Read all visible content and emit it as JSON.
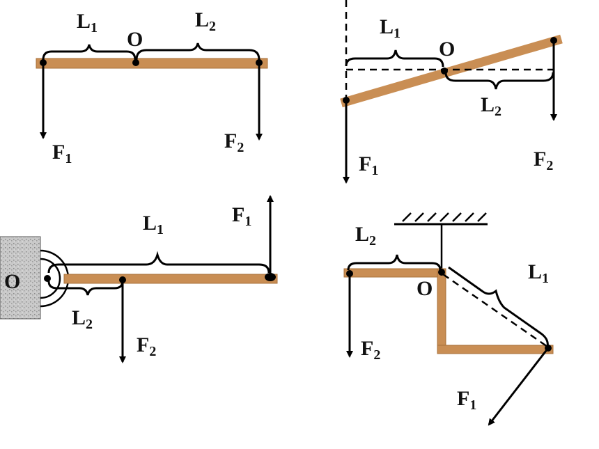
{
  "diagrams": [
    {
      "id": "horizontal-lever",
      "labels": {
        "L1": "L",
        "L1_sub": "1",
        "L2": "L",
        "L2_sub": "2",
        "O": "O",
        "F1": "F",
        "F1_sub": "1",
        "F2": "F",
        "F2_sub": "2"
      }
    },
    {
      "id": "tilted-lever",
      "labels": {
        "L1": "L",
        "L1_sub": "1",
        "L2": "L",
        "L2_sub": "2",
        "O": "O",
        "F1": "F",
        "F1_sub": "1",
        "F2": "F",
        "F2_sub": "2"
      }
    },
    {
      "id": "wall-hinged-lever",
      "labels": {
        "L1": "L",
        "L1_sub": "1",
        "L2": "L",
        "L2_sub": "2",
        "O": "O",
        "F1": "F",
        "F1_sub": "1",
        "F2": "F",
        "F2_sub": "2"
      }
    },
    {
      "id": "bent-lever",
      "labels": {
        "L1": "L",
        "L1_sub": "1",
        "L2": "L",
        "L2_sub": "2",
        "O": "O",
        "F1": "F",
        "F1_sub": "1",
        "F2": "F",
        "F2_sub": "2"
      }
    }
  ],
  "colors": {
    "rod": "#c98e54",
    "ink": "#000000",
    "wall": "#bdbdbd"
  }
}
